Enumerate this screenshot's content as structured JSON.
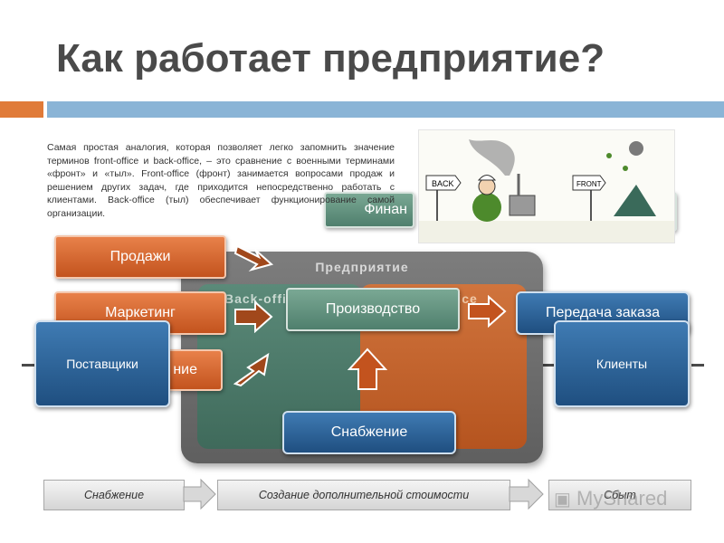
{
  "title": "Как работает предприятие?",
  "intro_text": "Самая простая аналогия, которая позволяет легко запомнить значение терминов front-office и back-office, – это сравнение с военными терминами «фронт» и «тыл». Front-office (фронт) занимается вопросами продаж и решением других задач, где приходится непосредственно работать с клиентами. Back-office (тыл) обеспечивает функционирование самой организации.",
  "cartoon": {
    "back_sign": "BACK",
    "front_sign": "FRONT"
  },
  "hidden_button": "Финан",
  "buttons": {
    "sales": "Продажи",
    "marketing": "Маркетинг",
    "third_partial": "ние",
    "production": "Производство",
    "supply": "Снабжение",
    "order_transfer": "Передача заказа",
    "suppliers": "Поставщики",
    "clients": "Клиенты"
  },
  "enterprise": {
    "label": "Предприятие",
    "back_office": "Back-office",
    "front_office": "Front-office"
  },
  "flow": {
    "step1": "Снабжение",
    "step2": "Создание дополнительной стоимости",
    "step3": "Сбыт"
  },
  "watermark": "MyShared"
}
